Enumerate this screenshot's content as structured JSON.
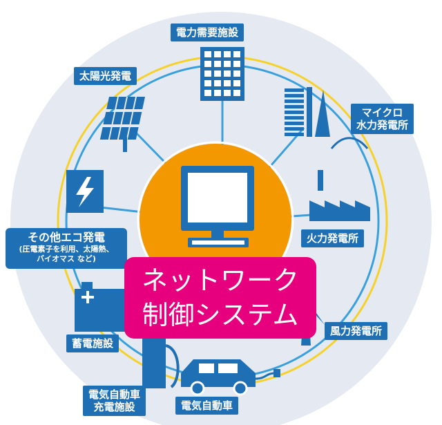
{
  "labels": {
    "demand": "電力需要施設",
    "solar": "太陽光発電",
    "micro_hydro_line1": "マイクロ",
    "micro_hydro_line2": "水力発電所",
    "thermal": "火力発電所",
    "wind": "風力発電所",
    "storage": "蓄電施設",
    "ev_charge_line1": "電気自動車",
    "ev_charge_line2": "充電施設",
    "ev": "電気自動車",
    "other_eco_line1": "その他エコ発電",
    "other_eco_line2": "(圧電素子を利用、太陽熱、",
    "other_eco_line3": "バイオマス など)"
  },
  "center": {
    "line1": "ネットワーク",
    "line2": "制御システム"
  },
  "colors": {
    "blue": "#1f6fb5",
    "pink": "#e6007e",
    "orange": "#f39800",
    "yellow_ring": "#f5d12a",
    "blue_ring": "#3aa0dc",
    "background_circle": "#e5eaf2"
  },
  "icons": [
    "building-icon",
    "solar-panel-icon",
    "water-turbine-icon",
    "factory-icon",
    "wind-turbine-icon",
    "battery-icon",
    "charging-station-icon",
    "electric-car-icon",
    "lightning-icon",
    "computer-icon"
  ]
}
